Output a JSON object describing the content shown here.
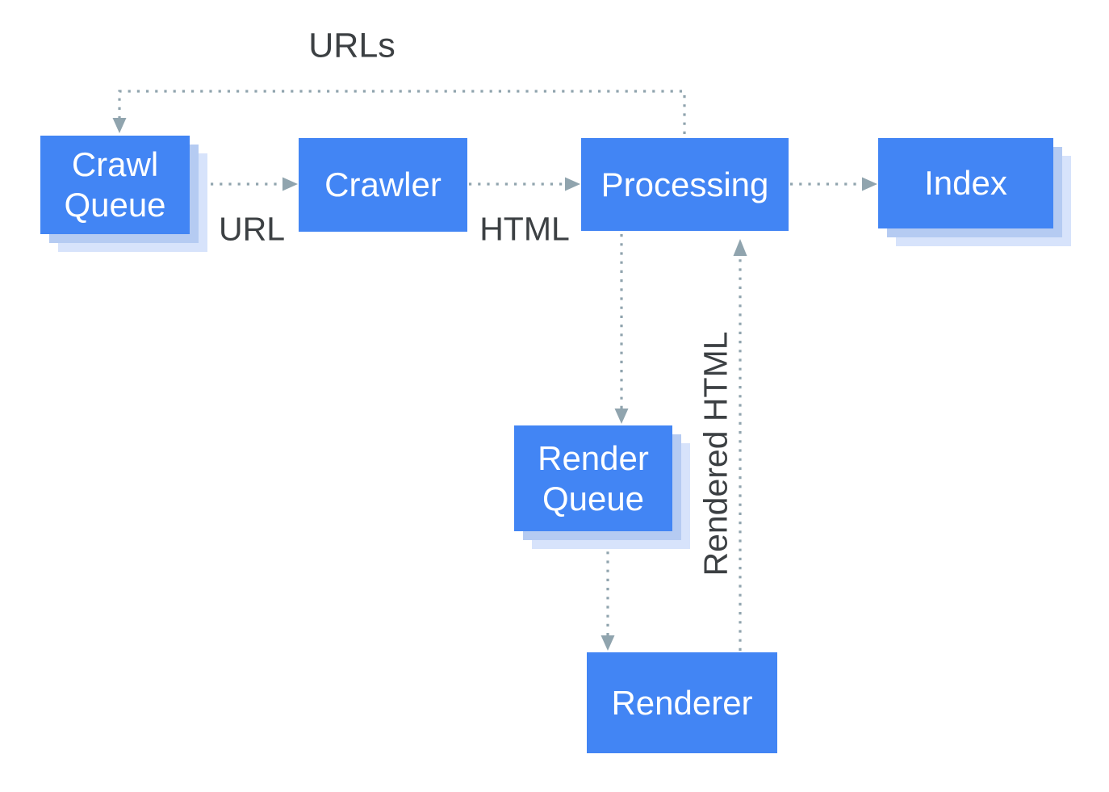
{
  "nodes": [
    {
      "id": "crawl-queue",
      "label": "Crawl Queue"
    },
    {
      "id": "crawler",
      "label": "Crawler"
    },
    {
      "id": "processing",
      "label": "Processing"
    },
    {
      "id": "index",
      "label": "Index"
    },
    {
      "id": "render-queue",
      "label": "Render Queue"
    },
    {
      "id": "renderer",
      "label": "Renderer"
    }
  ],
  "edges": [
    {
      "from": "Processing",
      "to": "Crawl Queue",
      "label": "URLs",
      "style": "dotted"
    },
    {
      "from": "Crawl Queue",
      "to": "Crawler",
      "label": "URL",
      "style": "dotted"
    },
    {
      "from": "Crawler",
      "to": "Processing",
      "label": "HTML",
      "style": "dotted"
    },
    {
      "from": "Processing",
      "to": "Index",
      "label": "",
      "style": "dotted"
    },
    {
      "from": "Processing",
      "to": "Render Queue",
      "label": "",
      "style": "dotted"
    },
    {
      "from": "Render Queue",
      "to": "Renderer",
      "label": "",
      "style": "dotted"
    },
    {
      "from": "Renderer",
      "to": "Processing",
      "label": "Rendered HTML",
      "style": "dotted"
    }
  ],
  "colors": {
    "node_fill": "#4285f4",
    "node_text": "#ffffff",
    "shadow_near": "#b5cbf2",
    "shadow_far": "#d7e3fb",
    "connector": "#90a4ae",
    "label_text": "#3c4043",
    "background": "#ffffff"
  }
}
